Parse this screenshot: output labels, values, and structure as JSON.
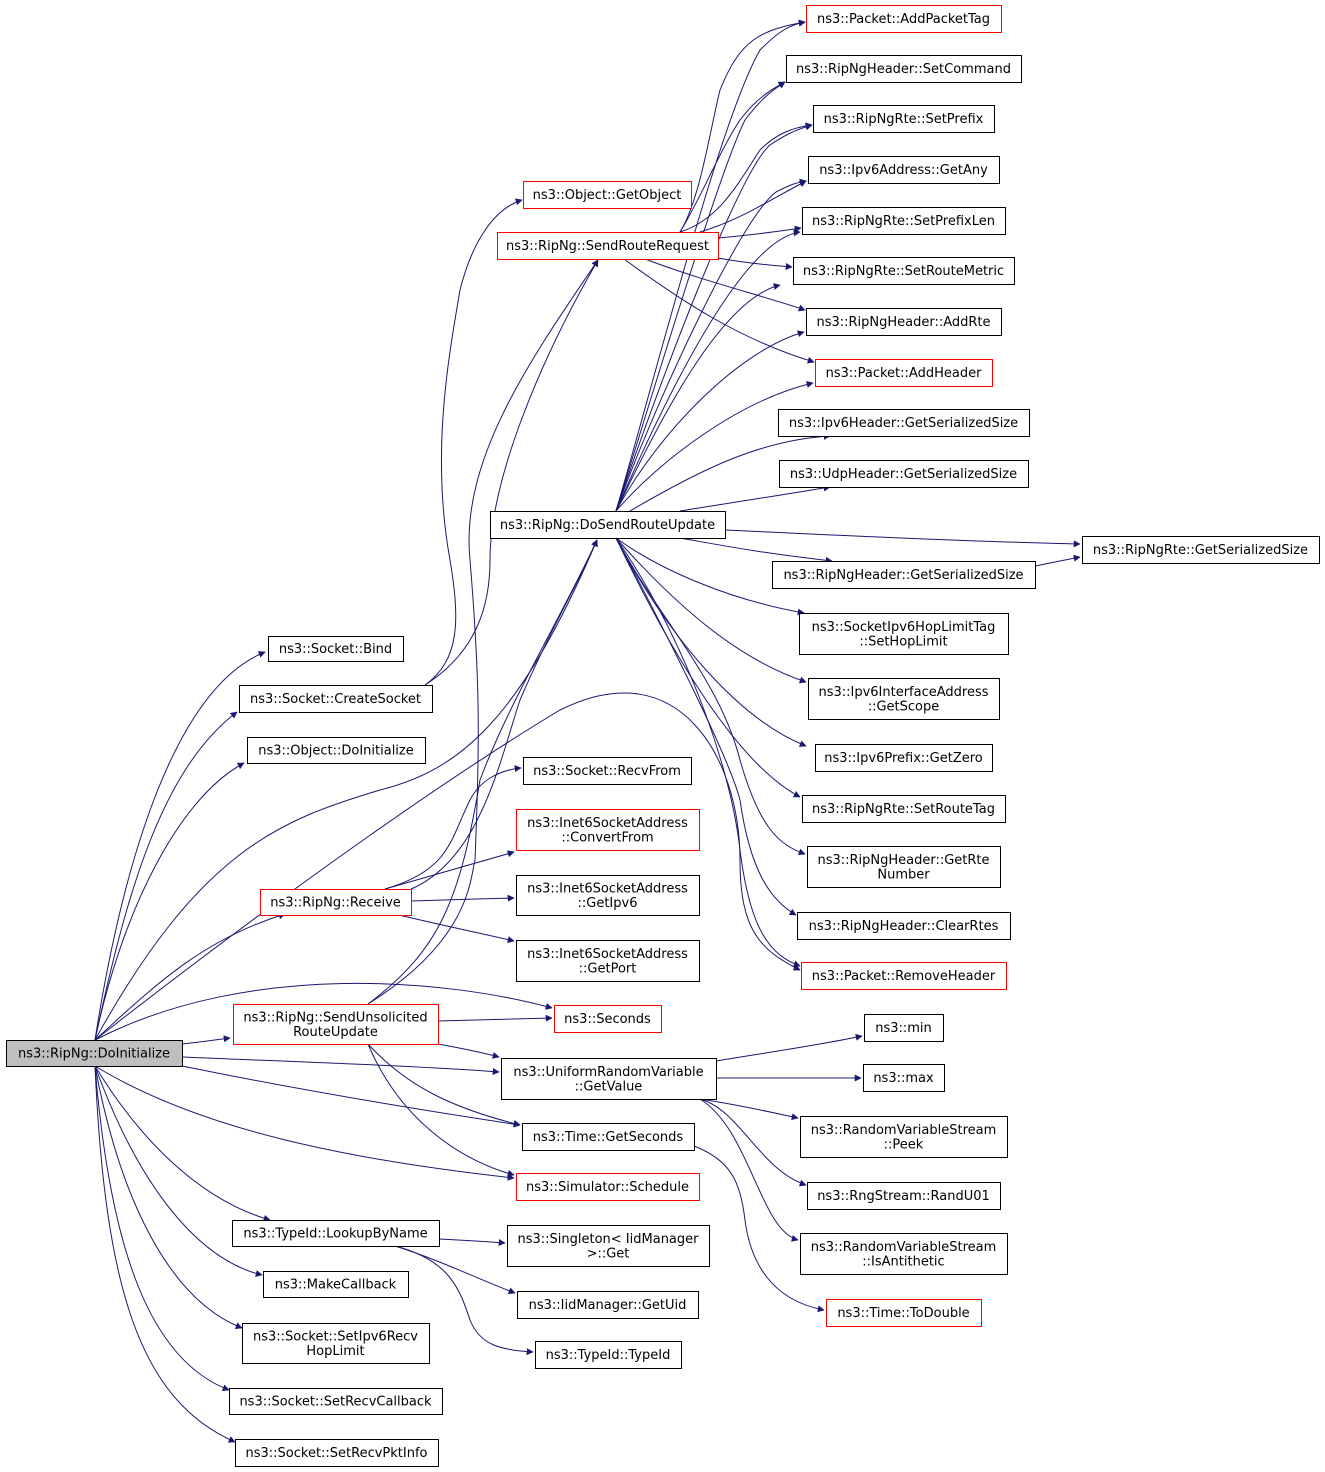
{
  "colors": {
    "edge": "#191970",
    "border_normal": "#000000",
    "border_truncated": "#ff0000",
    "root_fill": "#bfbfbf",
    "node_fill": "#ffffff"
  },
  "nodes": [
    {
      "id": "root",
      "lines": [
        "ns3::RipNg::DoInitialize"
      ],
      "style": "root"
    },
    {
      "id": "bind",
      "lines": [
        "ns3::Socket::Bind"
      ],
      "style": "normal"
    },
    {
      "id": "createsocket",
      "lines": [
        "ns3::Socket::CreateSocket"
      ],
      "style": "normal"
    },
    {
      "id": "objdoinit",
      "lines": [
        "ns3::Object::DoInitialize"
      ],
      "style": "normal"
    },
    {
      "id": "receive",
      "lines": [
        "ns3::RipNg::Receive"
      ],
      "style": "truncated"
    },
    {
      "id": "sendunsol",
      "lines": [
        "ns3::RipNg::SendUnsolicited",
        "RouteUpdate"
      ],
      "style": "truncated"
    },
    {
      "id": "lookup",
      "lines": [
        "ns3::TypeId::LookupByName"
      ],
      "style": "normal"
    },
    {
      "id": "makecallback",
      "lines": [
        "ns3::MakeCallback"
      ],
      "style": "normal"
    },
    {
      "id": "sethoplimit6",
      "lines": [
        "ns3::Socket::SetIpv6Recv",
        "HopLimit"
      ],
      "style": "normal"
    },
    {
      "id": "setrecvcb",
      "lines": [
        "ns3::Socket::SetRecvCallback"
      ],
      "style": "normal"
    },
    {
      "id": "setrecvpkt",
      "lines": [
        "ns3::Socket::SetRecvPktInfo"
      ],
      "style": "normal"
    },
    {
      "id": "getobject",
      "lines": [
        "ns3::Object::GetObject"
      ],
      "style": "truncated"
    },
    {
      "id": "sendroutereq",
      "lines": [
        "ns3::RipNg::SendRouteRequest"
      ],
      "style": "truncated"
    },
    {
      "id": "dosend",
      "lines": [
        "ns3::RipNg::DoSendRouteUpdate"
      ],
      "style": "normal"
    },
    {
      "id": "recvfrom",
      "lines": [
        "ns3::Socket::RecvFrom"
      ],
      "style": "normal"
    },
    {
      "id": "convertfrom",
      "lines": [
        "ns3::Inet6SocketAddress",
        "::ConvertFrom"
      ],
      "style": "truncated"
    },
    {
      "id": "getipv6",
      "lines": [
        "ns3::Inet6SocketAddress",
        "::GetIpv6"
      ],
      "style": "normal"
    },
    {
      "id": "getport",
      "lines": [
        "ns3::Inet6SocketAddress",
        "::GetPort"
      ],
      "style": "normal"
    },
    {
      "id": "seconds",
      "lines": [
        "ns3::Seconds"
      ],
      "style": "truncated"
    },
    {
      "id": "urvgetvalue",
      "lines": [
        "ns3::UniformRandomVariable",
        "::GetValue"
      ],
      "style": "normal"
    },
    {
      "id": "timegetsec",
      "lines": [
        "ns3::Time::GetSeconds"
      ],
      "style": "normal"
    },
    {
      "id": "schedule",
      "lines": [
        "ns3::Simulator::Schedule"
      ],
      "style": "truncated"
    },
    {
      "id": "singleton",
      "lines": [
        "ns3::Singleton< IidManager",
        ">::Get"
      ],
      "style": "normal"
    },
    {
      "id": "getuid",
      "lines": [
        "ns3::IidManager::GetUid"
      ],
      "style": "normal"
    },
    {
      "id": "typeid",
      "lines": [
        "ns3::TypeId::TypeId"
      ],
      "style": "normal"
    },
    {
      "id": "addpackettag",
      "lines": [
        "ns3::Packet::AddPacketTag"
      ],
      "style": "truncated"
    },
    {
      "id": "setcommand",
      "lines": [
        "ns3::RipNgHeader::SetCommand"
      ],
      "style": "normal"
    },
    {
      "id": "setprefix",
      "lines": [
        "ns3::RipNgRte::SetPrefix"
      ],
      "style": "normal"
    },
    {
      "id": "getany",
      "lines": [
        "ns3::Ipv6Address::GetAny"
      ],
      "style": "normal"
    },
    {
      "id": "setprefixlen",
      "lines": [
        "ns3::RipNgRte::SetPrefixLen"
      ],
      "style": "normal"
    },
    {
      "id": "setroutemetric",
      "lines": [
        "ns3::RipNgRte::SetRouteMetric"
      ],
      "style": "normal"
    },
    {
      "id": "addrte",
      "lines": [
        "ns3::RipNgHeader::AddRte"
      ],
      "style": "normal"
    },
    {
      "id": "addheader",
      "lines": [
        "ns3::Packet::AddHeader"
      ],
      "style": "truncated"
    },
    {
      "id": "ipv6hdrsize",
      "lines": [
        "ns3::Ipv6Header::GetSerializedSize"
      ],
      "style": "normal"
    },
    {
      "id": "udphdrsize",
      "lines": [
        "ns3::UdpHeader::GetSerializedSize"
      ],
      "style": "normal"
    },
    {
      "id": "riphdrsize",
      "lines": [
        "ns3::RipNgHeader::GetSerializedSize"
      ],
      "style": "normal"
    },
    {
      "id": "rtesize",
      "lines": [
        "ns3::RipNgRte::GetSerializedSize"
      ],
      "style": "normal"
    },
    {
      "id": "sethoplimittag",
      "lines": [
        "ns3::SocketIpv6HopLimitTag",
        "::SetHopLimit"
      ],
      "style": "normal"
    },
    {
      "id": "getscope",
      "lines": [
        "ns3::Ipv6InterfaceAddress",
        "::GetScope"
      ],
      "style": "normal"
    },
    {
      "id": "getzero",
      "lines": [
        "ns3::Ipv6Prefix::GetZero"
      ],
      "style": "normal"
    },
    {
      "id": "setroutetag",
      "lines": [
        "ns3::RipNgRte::SetRouteTag"
      ],
      "style": "normal"
    },
    {
      "id": "getrtenum",
      "lines": [
        "ns3::RipNgHeader::GetRte",
        "Number"
      ],
      "style": "normal"
    },
    {
      "id": "clearrtes",
      "lines": [
        "ns3::RipNgHeader::ClearRtes"
      ],
      "style": "normal"
    },
    {
      "id": "removeheader",
      "lines": [
        "ns3::Packet::RemoveHeader"
      ],
      "style": "truncated"
    },
    {
      "id": "min",
      "lines": [
        "ns3::min"
      ],
      "style": "normal"
    },
    {
      "id": "max",
      "lines": [
        "ns3::max"
      ],
      "style": "normal"
    },
    {
      "id": "peek",
      "lines": [
        "ns3::RandomVariableStream",
        "::Peek"
      ],
      "style": "normal"
    },
    {
      "id": "randu01",
      "lines": [
        "ns3::RngStream::RandU01"
      ],
      "style": "normal"
    },
    {
      "id": "isantithetic",
      "lines": [
        "ns3::RandomVariableStream",
        "::IsAntithetic"
      ],
      "style": "normal"
    },
    {
      "id": "todouble",
      "lines": [
        "ns3::Time::ToDouble"
      ],
      "style": "truncated"
    }
  ]
}
